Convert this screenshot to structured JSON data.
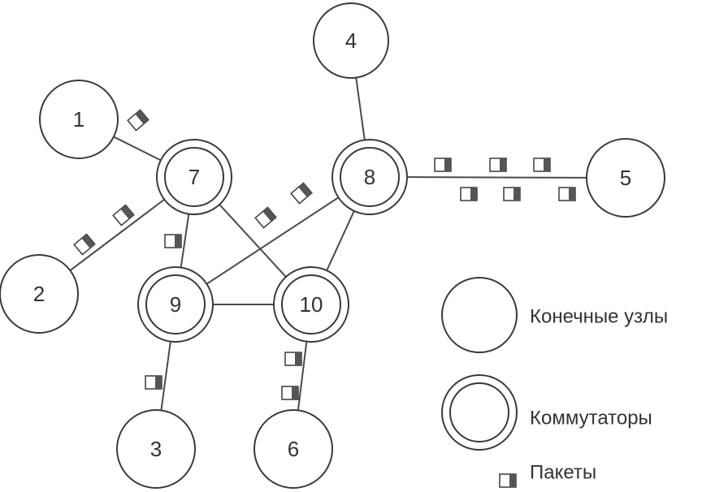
{
  "nodes": [
    {
      "id": "1",
      "label": "1",
      "type": "end"
    },
    {
      "id": "2",
      "label": "2",
      "type": "end"
    },
    {
      "id": "3",
      "label": "3",
      "type": "end"
    },
    {
      "id": "4",
      "label": "4",
      "type": "end"
    },
    {
      "id": "5",
      "label": "5",
      "type": "end"
    },
    {
      "id": "6",
      "label": "6",
      "type": "end"
    },
    {
      "id": "7",
      "label": "7",
      "type": "switch"
    },
    {
      "id": "8",
      "label": "8",
      "type": "switch"
    },
    {
      "id": "9",
      "label": "9",
      "type": "switch"
    },
    {
      "id": "10",
      "label": "10",
      "type": "switch"
    }
  ],
  "edges": [
    [
      "1",
      "7"
    ],
    [
      "2",
      "7"
    ],
    [
      "7",
      "9"
    ],
    [
      "7",
      "10"
    ],
    [
      "8",
      "4"
    ],
    [
      "8",
      "5"
    ],
    [
      "8",
      "9"
    ],
    [
      "8",
      "10"
    ],
    [
      "9",
      "10"
    ],
    [
      "9",
      "3"
    ],
    [
      "10",
      "6"
    ]
  ],
  "legend": {
    "end_nodes": "Конечные узлы",
    "switches": "Коммутаторы",
    "packets": "Пакеты"
  },
  "colors": {
    "stroke": "#3a3a3a",
    "packet_fill": "#555555"
  }
}
